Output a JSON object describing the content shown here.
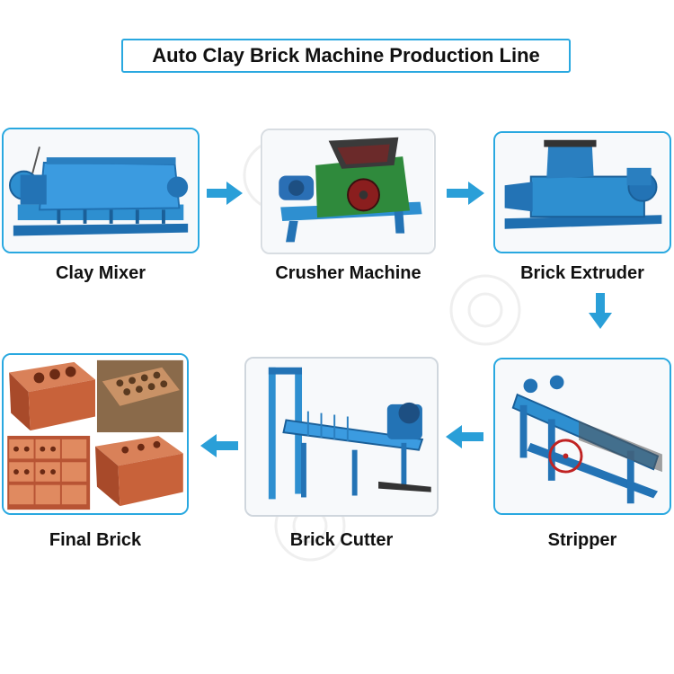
{
  "title": "Auto Clay Brick Machine Production Line",
  "steps": [
    {
      "label": "Clay Mixer",
      "icon": "clay-mixer-machine"
    },
    {
      "label": "Crusher Machine",
      "icon": "crusher-machine"
    },
    {
      "label": "Brick Extruder",
      "icon": "brick-extruder-machine"
    },
    {
      "label": "Stripper",
      "icon": "stripper-machine"
    },
    {
      "label": "Brick Cutter",
      "icon": "brick-cutter-machine"
    },
    {
      "label": "Final Brick",
      "icon": "finished-bricks"
    }
  ],
  "colors": {
    "frame": "#29a8e0",
    "arrow": "#2a9fd8",
    "machine_blue": "#2e8fd0",
    "crusher_green": "#2f8a3c",
    "brick": "#c8623a"
  }
}
